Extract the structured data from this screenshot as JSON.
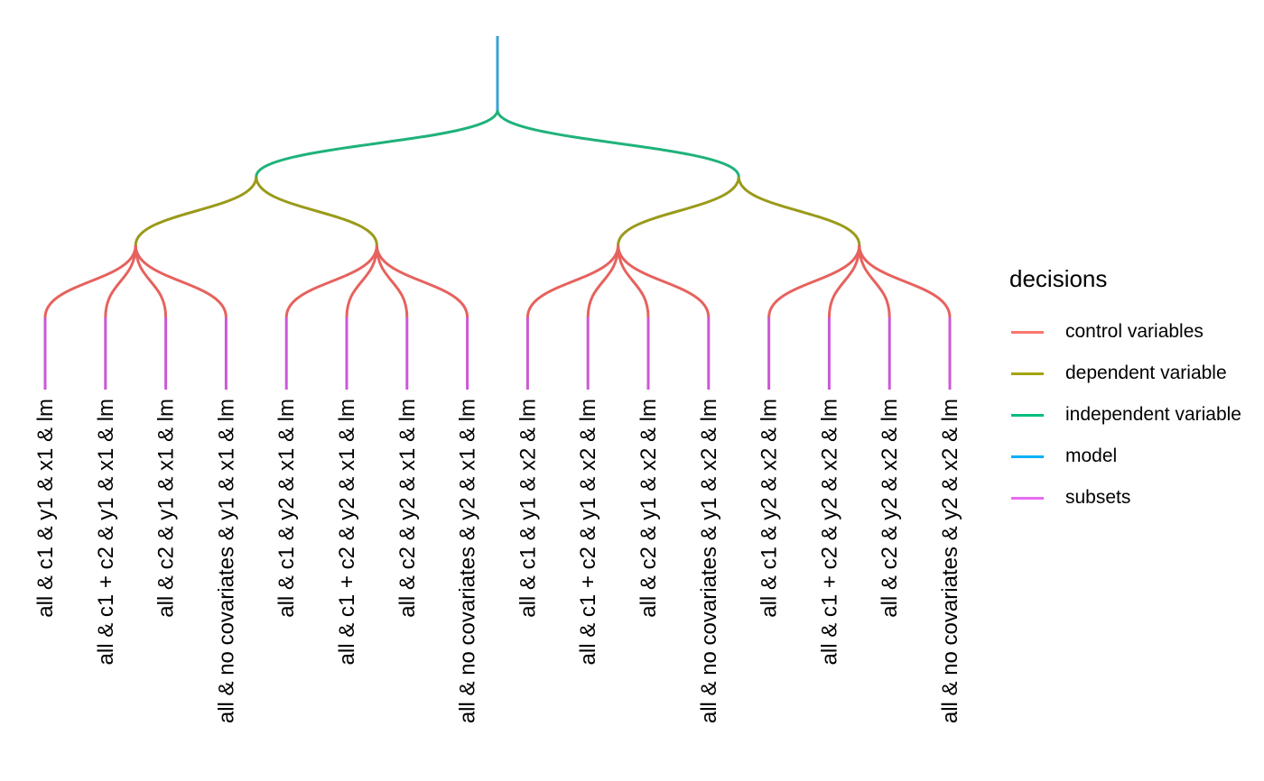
{
  "diagram": {
    "root": "model",
    "levels": [
      "model",
      "independent variable",
      "dependent variable",
      "control variables",
      "subsets"
    ],
    "leaves": [
      "all & c1 & y1 & x1 & lm",
      "all & c1 + c2 & y1 & x1 & lm",
      "all & c2 & y1 & x1 & lm",
      "all & no covariates & y1 & x1 & lm",
      "all & c1 & y2 & x1 & lm",
      "all & c1 + c2 & y2 & x1 & lm",
      "all & c2 & y2 & x1 & lm",
      "all & no covariates & y2 & x1 & lm",
      "all & c1 & y1 & x2 & lm",
      "all & c1 + c2 & y1 & x2 & lm",
      "all & c2 & y1 & x2 & lm",
      "all & no covariates & y1 & x2 & lm",
      "all & c1 & y2 & x2 & lm",
      "all & c1 + c2 & y2 & x2 & lm",
      "all & c2 & y2 & x2 & lm",
      "all & no covariates & y2 & x2 & lm"
    ]
  },
  "legend": {
    "title": "decisions",
    "items": [
      {
        "label": "control variables",
        "color": "#f8766d"
      },
      {
        "label": "dependent variable",
        "color": "#a3a500"
      },
      {
        "label": "independent variable",
        "color": "#00bf7d"
      },
      {
        "label": "model",
        "color": "#00b0f6"
      },
      {
        "label": "subsets",
        "color": "#e76bf3"
      }
    ]
  },
  "colors": {
    "model": "#3aa0d8",
    "independent variable": "#1fb27a",
    "dependent variable": "#9a9a1a",
    "control variables": "#e6625e",
    "subsets": "#cc58d8"
  }
}
